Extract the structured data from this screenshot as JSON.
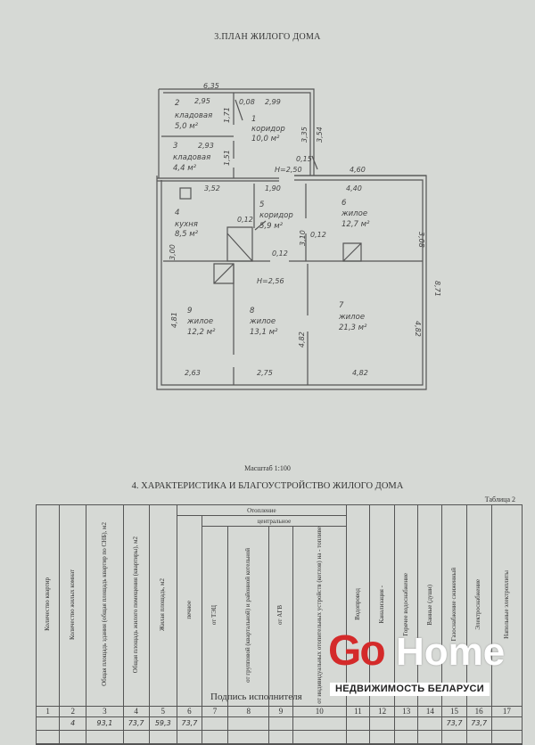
{
  "plan": {
    "title": "3.ПЛАН ЖИЛОГО ДОМА",
    "rooms": [
      {
        "num": "1",
        "name": "коридор",
        "area": "10,0 м²"
      },
      {
        "num": "2",
        "name": "кладовая",
        "area": "5,0 м²"
      },
      {
        "num": "3",
        "name": "кладовая",
        "area": "4,4 м²"
      },
      {
        "num": "4",
        "name": "кухня",
        "area": "8,5 м²"
      },
      {
        "num": "5",
        "name": "коридор",
        "area": "5,9 м²"
      },
      {
        "num": "6",
        "name": "жилое",
        "area": "12,7 м²"
      },
      {
        "num": "7",
        "name": "жилое",
        "area": "21,3 м²"
      },
      {
        "num": "8",
        "name": "жилое",
        "area": "13,1 м²"
      },
      {
        "num": "9",
        "name": "жилое",
        "area": "12,2 м²"
      }
    ],
    "dims": {
      "d635": "6,35",
      "d295": "2,95",
      "d008": "0,08",
      "d299": "2,99",
      "d171": "1,71",
      "d335": "3,35",
      "d354": "3,54",
      "d293": "2,93",
      "d151": "1,51",
      "d015": "0,15",
      "h250": "H=2,50",
      "d460": "4,60",
      "d352": "3,52",
      "d190": "1,90",
      "d440": "4,40",
      "d012a": "0,12",
      "d310": "3,10",
      "d012b": "0,12",
      "d308": "3,08",
      "d300": "3,00",
      "d012c": "0,12",
      "h256": "H=2,56",
      "d871": "8,71",
      "d481": "4,81",
      "d482a": "4,82",
      "d482b": "4,82",
      "d263": "2,63",
      "d275": "2,75",
      "d482c": "4,82"
    },
    "scale": "Масштаб 1:100"
  },
  "section": {
    "title": "4. ХАРАКТЕРИСТИКА И БЛАГОУСТРОЙСТВО ЖИЛОГО ДОМА",
    "table_label": "Таблица 2",
    "headers": {
      "c1": "Количество квартир",
      "c2": "Количество жилых комнат",
      "c3": "Общая площадь здания (общая площадь квартир по СНБ), м2",
      "c4": "Общая площадь жилого помещения (квартиры), м2",
      "c5": "Жилая площадь, м2",
      "heating": "Отопление",
      "c6": "печное",
      "central": "центральное",
      "c7": "от ТЭЦ",
      "c8": "от групповой (квартальной) и районной котельной",
      "c9": "от АГВ",
      "c10": "от индивидуальных отопительных устройств (котлов) на - топливе",
      "c11": "Водопровод",
      "c12": "Канализация -",
      "c13": "Горячее водоснабжение",
      "c14": "Ванные (души)",
      "c15": "Газоснабжение сжиженный",
      "c16": "Электроснабжение",
      "c17": "Напольные электроплиты"
    },
    "numbers": [
      "1",
      "2",
      "3",
      "4",
      "5",
      "6",
      "7",
      "8",
      "9",
      "10",
      "11",
      "12",
      "13",
      "14",
      "15",
      "16",
      "17"
    ],
    "row": [
      "",
      "4",
      "93,1",
      "73,7",
      "59,3",
      "73,7",
      "",
      "",
      "",
      "",
      "",
      "",
      "",
      "",
      "73,7",
      "73,7",
      ""
    ]
  },
  "logo": {
    "go": "Go",
    "home": "Home",
    "sub": "НЕДВИЖИМОСТЬ БЕЛАРУСИ"
  },
  "signature": "Подпись исполнителя"
}
